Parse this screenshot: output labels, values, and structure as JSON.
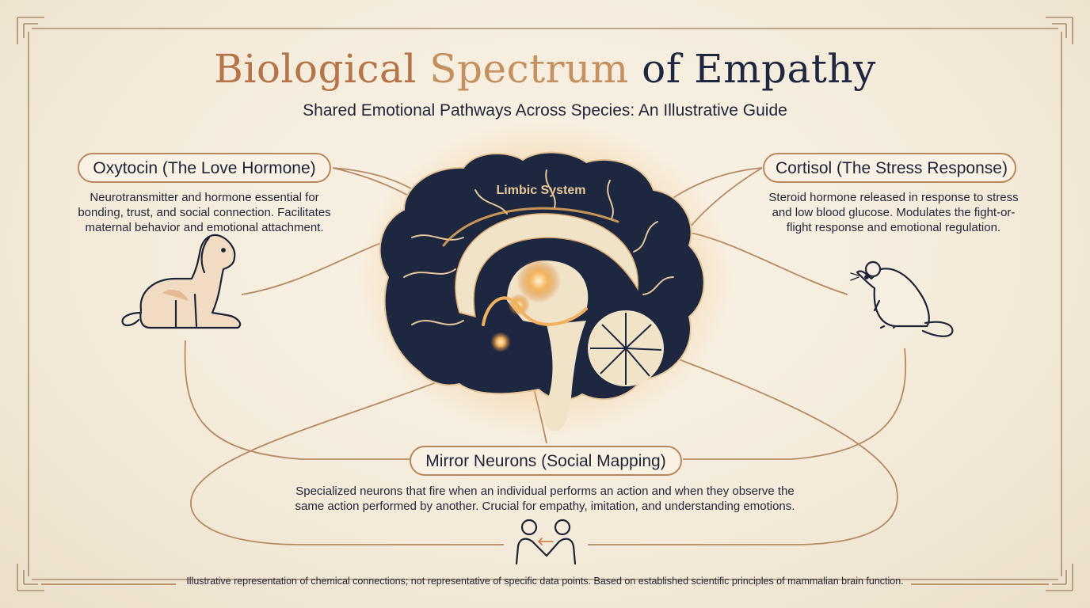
{
  "header": {
    "title_part1": "Biological",
    "title_part2": "Spectrum",
    "title_part3": "of Empathy",
    "subtitle": "Shared Emotional Pathways Across Species: An Illustrative Guide"
  },
  "nodes": {
    "oxytocin": {
      "label": "Oxytocin (The Love Hormone)",
      "description_lines": [
        "Neurotransmitter and hormone essential for",
        "bonding, trust, and social connection. Facilitates",
        "maternal behavior and emotional attachment."
      ]
    },
    "cortisol": {
      "label": "Cortisol (The Stress Response)",
      "description_lines": [
        "Steroid hormone released in response to stress",
        "and low blood glucose. Modulates the fight-or-",
        "flight response and emotional regulation."
      ]
    },
    "mirror": {
      "label": "Mirror Neurons (Social Mapping)",
      "description_lines": [
        "Specialized neurons that fire when an individual performs an action and when they observe the",
        "same action performed by another. Crucial for empathy, imitation, and understanding emotions."
      ]
    }
  },
  "brain": {
    "label": "Limbic System"
  },
  "icons": [
    "dog-icon",
    "rat-icon",
    "brain-icon",
    "people-interaction-icon"
  ],
  "colors": {
    "accent_copper": "#b8875c",
    "navy": "#1d2740",
    "glow": "#f3a94e",
    "cream": "#f4ecdd"
  },
  "footnote": "Illustrative representation of chemical connections; not representative of specific data points. Based on established scientific principles of mammalian brain function."
}
